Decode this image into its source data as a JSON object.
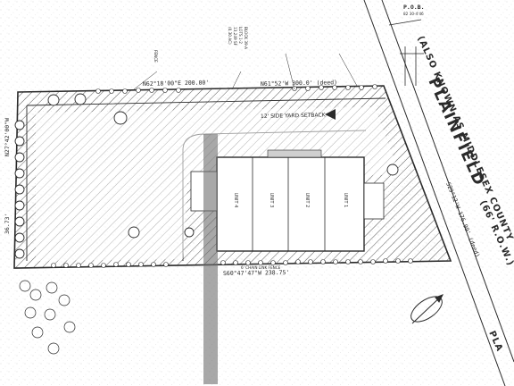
{
  "road": {
    "name": "PLAINFIELD",
    "aka": "(ALSO KNOWN AS MIDDLESEX COUNTY",
    "row": "(66' R.O.W.)",
    "name_fragment": "PLA"
  },
  "pob": {
    "label": "P.O.B.",
    "ref": "82 30-4'46"
  },
  "lines": {
    "north": "N62°18'00\"E  200.00'",
    "north_east": "N61°52'W  300.0' (deed)",
    "south": "S60°47'47\"W  238.75'",
    "west_top": "N27°42'00\"W",
    "west_bottom": "36.73'",
    "east": "S29°12'W 176.99' (deed)"
  },
  "setback": "12' SIDE YARD SETBACK",
  "units": [
    "UNIT 4",
    "UNIT 3",
    "UNIT 2",
    "UNIT 1"
  ],
  "block": {
    "title": "BLOCK 39-A",
    "lines": [
      "LOTS 1-2",
      "13,249 SF",
      "(0.30 AC)"
    ]
  },
  "notes": {
    "fence_north": "FENCE",
    "fence_south": "6' CHAIN LINK FENCE"
  },
  "colors": {
    "ink": "#2a2a2a",
    "paper": "#ffffff",
    "hatch": "#5a5a5a",
    "smudge": "#6e6e6e"
  }
}
